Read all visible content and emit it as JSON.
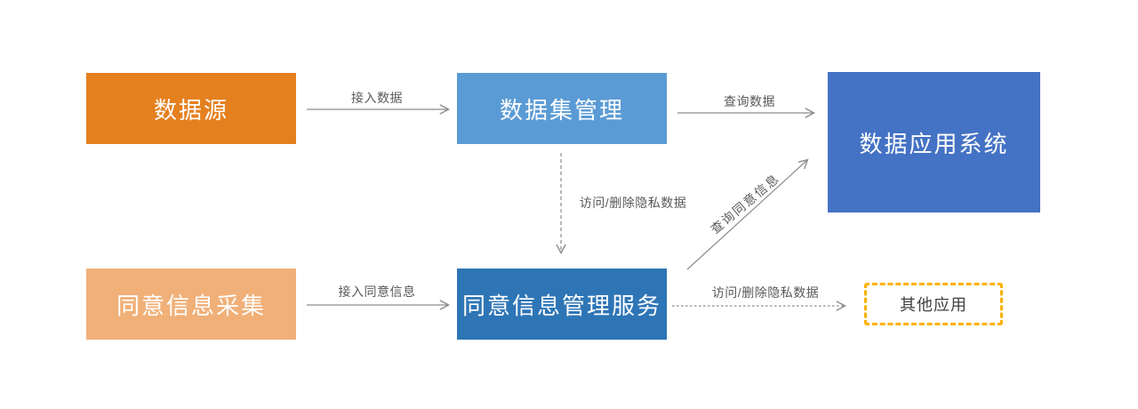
{
  "background_color": "#FFFFFF",
  "diagram": {
    "edge_color": "#8C8C8C",
    "label_color": "#595959",
    "nodes": [
      {
        "id": "data-source",
        "label": "数据源",
        "fill": "#E5801F",
        "text_color": "#FFFFFF"
      },
      {
        "id": "dataset-management",
        "label": "数据集管理",
        "fill": "#5B9BD5",
        "text_color": "#FFFFFF"
      },
      {
        "id": "data-application-system",
        "label": "数据应用系统",
        "fill": "#4472C4",
        "text_color": "#FFFFFF"
      },
      {
        "id": "consent-info-collection",
        "label": "同意信息采集",
        "fill": "#F0B078",
        "text_color": "#FFFFFF"
      },
      {
        "id": "consent-mgmt-service",
        "label": "同意信息管理服务",
        "fill": "#2E75B6",
        "text_color": "#FFFFFF"
      },
      {
        "id": "other-applications",
        "label": "其他应用",
        "fill": "#FFFFFF",
        "border_color": "#FFB100",
        "border_style": "dashed",
        "text_color": "#404040"
      }
    ],
    "edges": [
      {
        "from": "data-source",
        "to": "dataset-management",
        "label": "接入数据",
        "style": "solid"
      },
      {
        "from": "dataset-management",
        "to": "data-application-system",
        "label": "查询数据",
        "style": "solid"
      },
      {
        "from": "dataset-management",
        "to": "consent-mgmt-service",
        "label": "访问/删除隐私数据",
        "style": "dashed"
      },
      {
        "from": "consent-info-collection",
        "to": "consent-mgmt-service",
        "label": "接入同意信息",
        "style": "solid"
      },
      {
        "from": "consent-mgmt-service",
        "to": "data-application-system",
        "label": "查询同意信息",
        "style": "solid"
      },
      {
        "from": "consent-mgmt-service",
        "to": "other-applications",
        "label": "访问/删除隐私数据",
        "style": "dashed"
      }
    ]
  }
}
